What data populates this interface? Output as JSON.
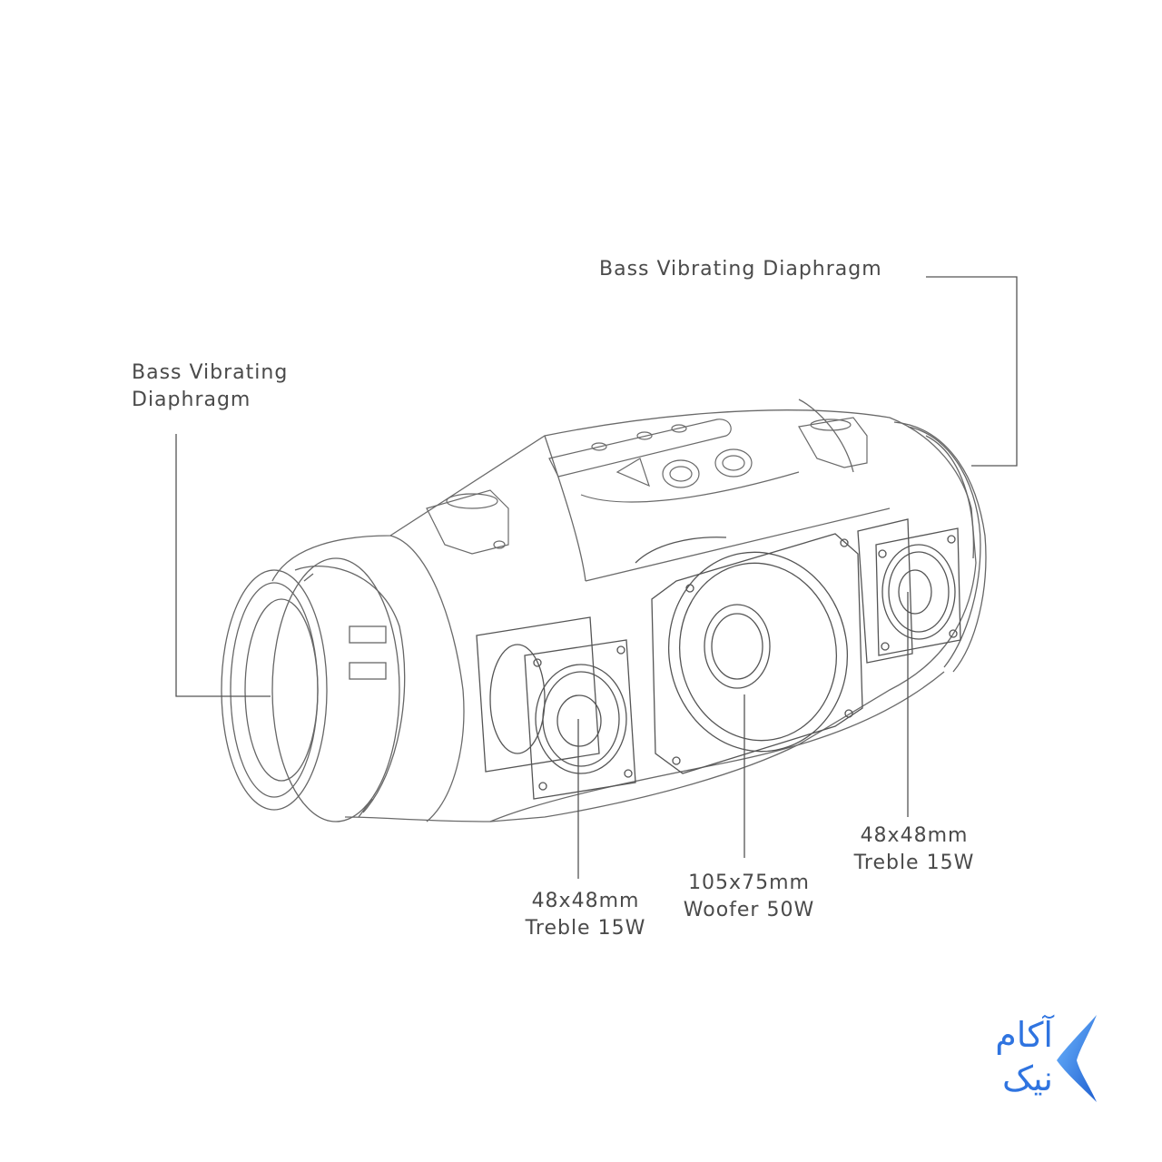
{
  "callouts": {
    "left_diaphragm": [
      "Bass Vibrating",
      "Diaphragm"
    ],
    "right_diaphragm": "Bass Vibrating Diaphragm",
    "treble_left": [
      "48x48mm",
      "Treble 15W"
    ],
    "woofer": [
      "105x75mm",
      "Woofer 50W"
    ],
    "treble_right": [
      "48x48mm",
      "Treble 15W"
    ]
  },
  "logo": {
    "line1": "آکام",
    "line2": "نیک",
    "color": "#2f74e0",
    "icon": "chevron-left-icon"
  },
  "colors": {
    "line": "#555555",
    "text": "#4a4a4a",
    "background": "#ffffff"
  }
}
